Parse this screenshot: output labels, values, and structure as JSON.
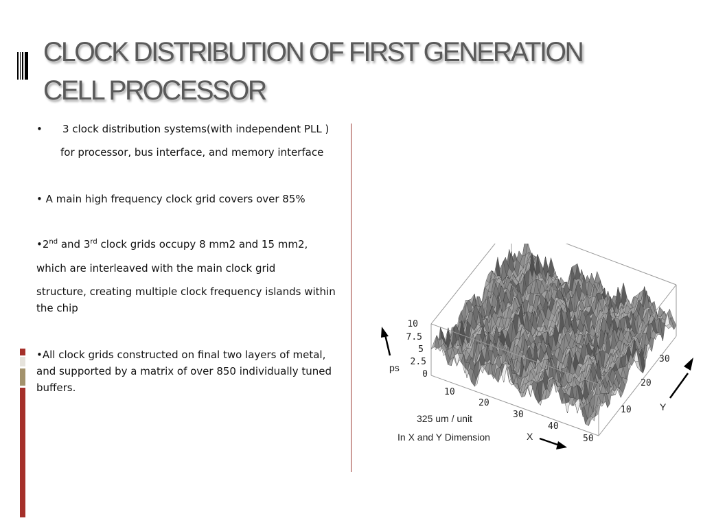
{
  "slide": {
    "title_line1": "CLOCK  DISTRIBUTION OF FIRST GENERATION",
    "title_line2": "CELL PROCESSOR",
    "bullets": {
      "b1_bullet": "•",
      "b1_line1": "3 clock distribution systems(with independent PLL )",
      "b1_line2": "for processor, bus interface, and memory interface",
      "b2": "• A main high frequency clock grid covers over 85%",
      "b3_pre": "•2",
      "b3_sup1": "nd",
      "b3_mid": " and 3",
      "b3_sup2": "rd",
      "b3_post": " clock grids occupy 8 mm2 and 15 mm2,",
      "b3_line2": "which are interleaved with the main clock grid",
      "b3_line3": "structure, creating multiple clock frequency islands within",
      "b3_line4": "the chip",
      "b4_line1": "•All clock grids  constructed on  final two layers of metal,",
      "b4_line2": "and supported by a matrix of over 850 individually tuned",
      "b4_line3": "buffers."
    },
    "colors": {
      "accent_red": "#a5302a",
      "accent_light": "#e6e3dc",
      "accent_tan": "#a3926c",
      "title_gray": "#5a5a5a"
    }
  },
  "chart_data": {
    "type": "surface",
    "title": "",
    "zlabel": "ps",
    "xlabel": "X",
    "ylabel": "Y",
    "zticks": [
      "10",
      "7.5",
      "5",
      "2.5",
      "0"
    ],
    "xticks": [
      "10",
      "20",
      "30",
      "40",
      "50"
    ],
    "yticks": [
      "10",
      "20",
      "30"
    ],
    "zlim": [
      0,
      10
    ],
    "xlim": [
      0,
      50
    ],
    "ylim": [
      0,
      35
    ],
    "note_line1": "325 um / unit",
    "note_line2": "In X and Y Dimension"
  }
}
